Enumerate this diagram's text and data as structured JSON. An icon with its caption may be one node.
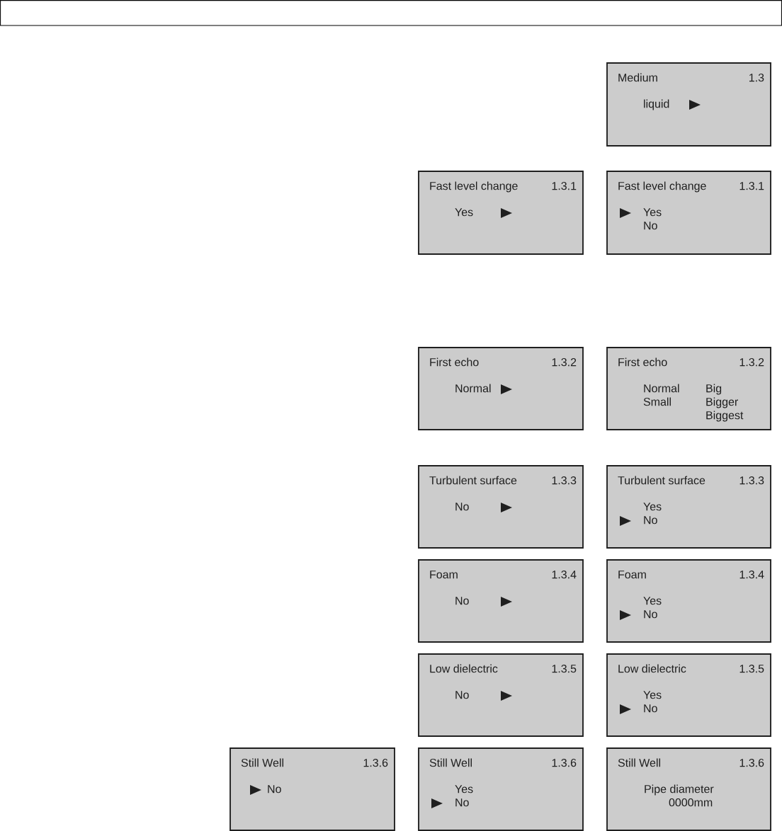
{
  "diagram": {
    "nodes": [
      {
        "text": [
          "Medium",
          "1.3",
          "liquid"
        ]
      },
      {
        "text": [
          "Fast level change",
          "1.3.1",
          "Yes"
        ]
      },
      {
        "text": [
          "Fast level change",
          "1.3.1",
          "Yes",
          "No"
        ]
      },
      {
        "text": [
          "First echo",
          "1.3.2",
          "Normal"
        ]
      },
      {
        "text": [
          "First echo",
          "1.3.2",
          "Normal",
          "Small",
          "Big",
          "Bigger",
          "Biggest"
        ]
      },
      {
        "text": [
          "Turbulent surface",
          "1.3.3",
          "No"
        ]
      },
      {
        "text": [
          "Turbulent surface",
          "1.3.3",
          "Yes",
          "No"
        ]
      },
      {
        "text": [
          "Foam",
          "1.3.4",
          "No"
        ]
      },
      {
        "text": [
          "Foam",
          "1.3.4",
          "Yes",
          "No"
        ]
      },
      {
        "text": [
          "Low dielectric",
          "1.3.5",
          "No"
        ]
      },
      {
        "text": [
          "Low dielectric",
          "1.3.5",
          "Yes",
          "No"
        ]
      },
      {
        "text": [
          "Still Well",
          "1.3.6",
          "No"
        ]
      },
      {
        "text": [
          "Still Well",
          "1.3.6",
          "Yes",
          "No"
        ]
      },
      {
        "text": [
          "Still Well",
          "1.3.6",
          "Pipe diameter",
          "0000mm"
        ]
      }
    ]
  }
}
